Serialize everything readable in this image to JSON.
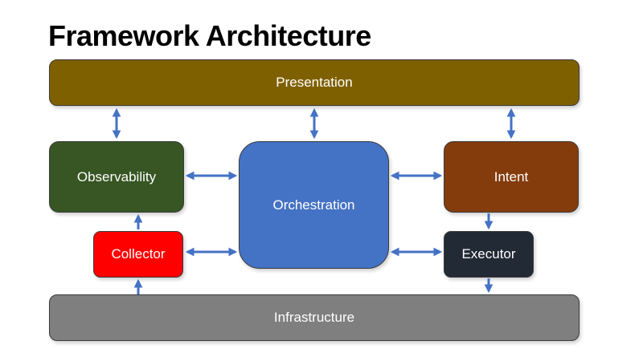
{
  "title": "Framework Architecture",
  "boxes": {
    "presentation": "Presentation",
    "observability": "Observability",
    "orchestration": "Orchestration",
    "intent": "Intent",
    "collector": "Collector",
    "executor": "Executor",
    "infrastructure": "Infrastructure"
  },
  "colors": {
    "presentation": "#7f6000",
    "observability": "#375623",
    "orchestration": "#4472c4",
    "intent": "#843c0c",
    "collector": "#ff0000",
    "executor": "#222a35",
    "infrastructure": "#7f7f7f",
    "arrow": "#4472c4"
  }
}
